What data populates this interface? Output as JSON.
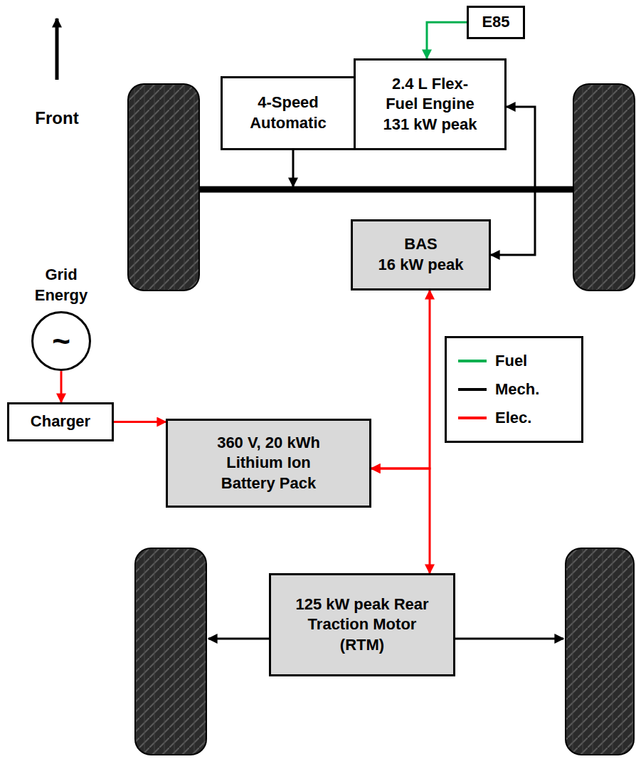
{
  "diagram": {
    "nodes": [
      {
        "text": [
          "E85"
        ]
      },
      {
        "text": [
          "2.4 L Flex- Fuel Engine 131 kW peak"
        ]
      },
      {
        "text": [
          "4-Speed Automatic"
        ]
      },
      {
        "text": [
          "BAS",
          "16 kW peak"
        ]
      },
      {
        "text": [
          "Grid Energy",
          "~"
        ]
      },
      {
        "text": [
          "Charger"
        ]
      },
      {
        "text": [
          "360 V, 20 kWh Lithium Ion Battery Pack"
        ]
      },
      {
        "text": [
          "125 kW peak Rear Traction Motor (RTM)"
        ]
      }
    ],
    "edges": [
      {
        "from": 0,
        "to": 1,
        "arrow": "to"
      },
      {
        "from": 1,
        "to": 3,
        "arrow": "both"
      },
      {
        "from": 4,
        "to": 5,
        "arrow": "to"
      },
      {
        "from": 5,
        "to": 6,
        "arrow": "to"
      },
      {
        "from": 6,
        "to": 3,
        "arrow": "both"
      },
      {
        "from": 6,
        "to": 7,
        "arrow": "both"
      }
    ],
    "labels": [
      "Front"
    ],
    "legend": [
      {
        "text": "Fuel",
        "color": "#00b050"
      },
      {
        "text": "Mech.",
        "color": "#000000"
      },
      {
        "text": "Elec.",
        "color": "#ff0000"
      }
    ]
  }
}
